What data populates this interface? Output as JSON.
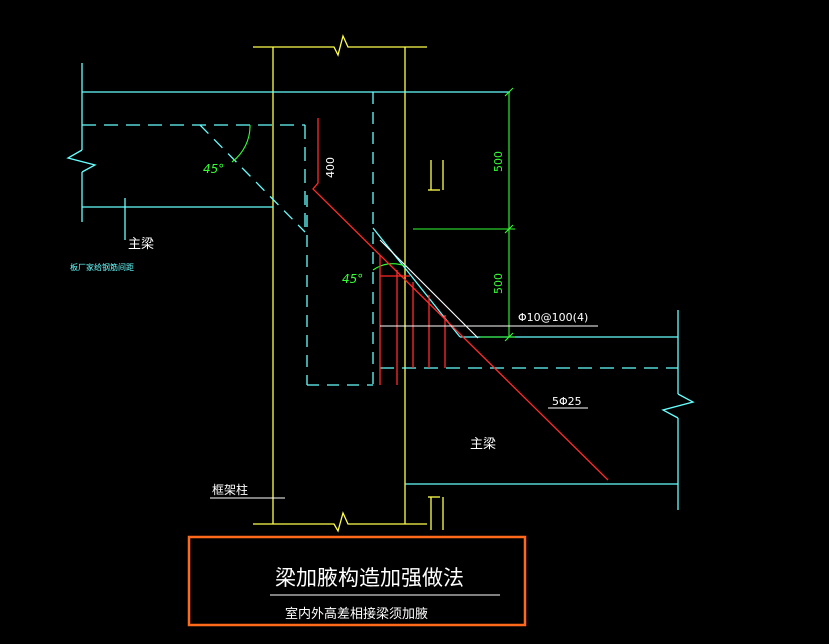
{
  "drawing": {
    "colors": {
      "background": "#000000",
      "column": "#ffff4d",
      "beam": "#66ffff",
      "rebar": "#ff2a2a",
      "dimension": "#33ff33",
      "text": "#ffffff",
      "frame": "#ff6a1a"
    },
    "labels": {
      "main_beam_left": "主梁",
      "main_beam_right": "主梁",
      "left_note": "板厂家给钢筋间距",
      "frame_column": "框架柱",
      "angle_top": "45°",
      "angle_mid": "45°",
      "dim_400": "400",
      "dim_500_top": "500",
      "dim_500_bottom": "500",
      "stirrup_spec": "Φ10@100(4)",
      "bar_spec": "5Φ25"
    },
    "title_block": {
      "title": "梁加腋构造加强做法",
      "subtitle": "室内外高差相接梁须加腋"
    }
  }
}
